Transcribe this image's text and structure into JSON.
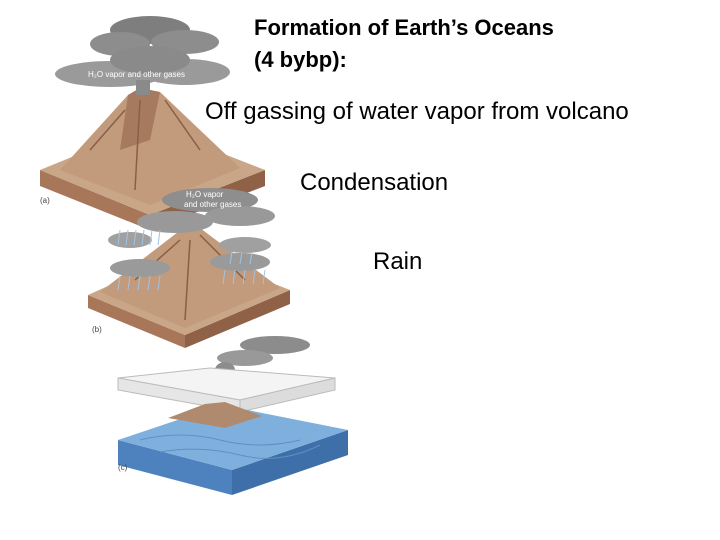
{
  "title": {
    "line1": "Formation of Earth’s Oceans",
    "line2": "(4 bybp):"
  },
  "stages": [
    {
      "label": "Off gassing of water vapor from volcano"
    },
    {
      "label": "Condensation"
    },
    {
      "label": "Rain"
    }
  ],
  "illustration": {
    "panel_a": {
      "tag": "(a)",
      "cloud_label": "H₂O vapor and other gases"
    },
    "panel_b": {
      "tag": "(b)",
      "cloud_label_1": "H₂O vapor",
      "cloud_label_2": "and other gases"
    },
    "panel_c": {
      "tag": "(c)"
    }
  },
  "colors": {
    "cloud": "#8c8c8c",
    "terrain_top": "#c8a487",
    "terrain_side": "#b08060",
    "ocean": "#6fa2d4",
    "rain": "#9ec4e8"
  }
}
